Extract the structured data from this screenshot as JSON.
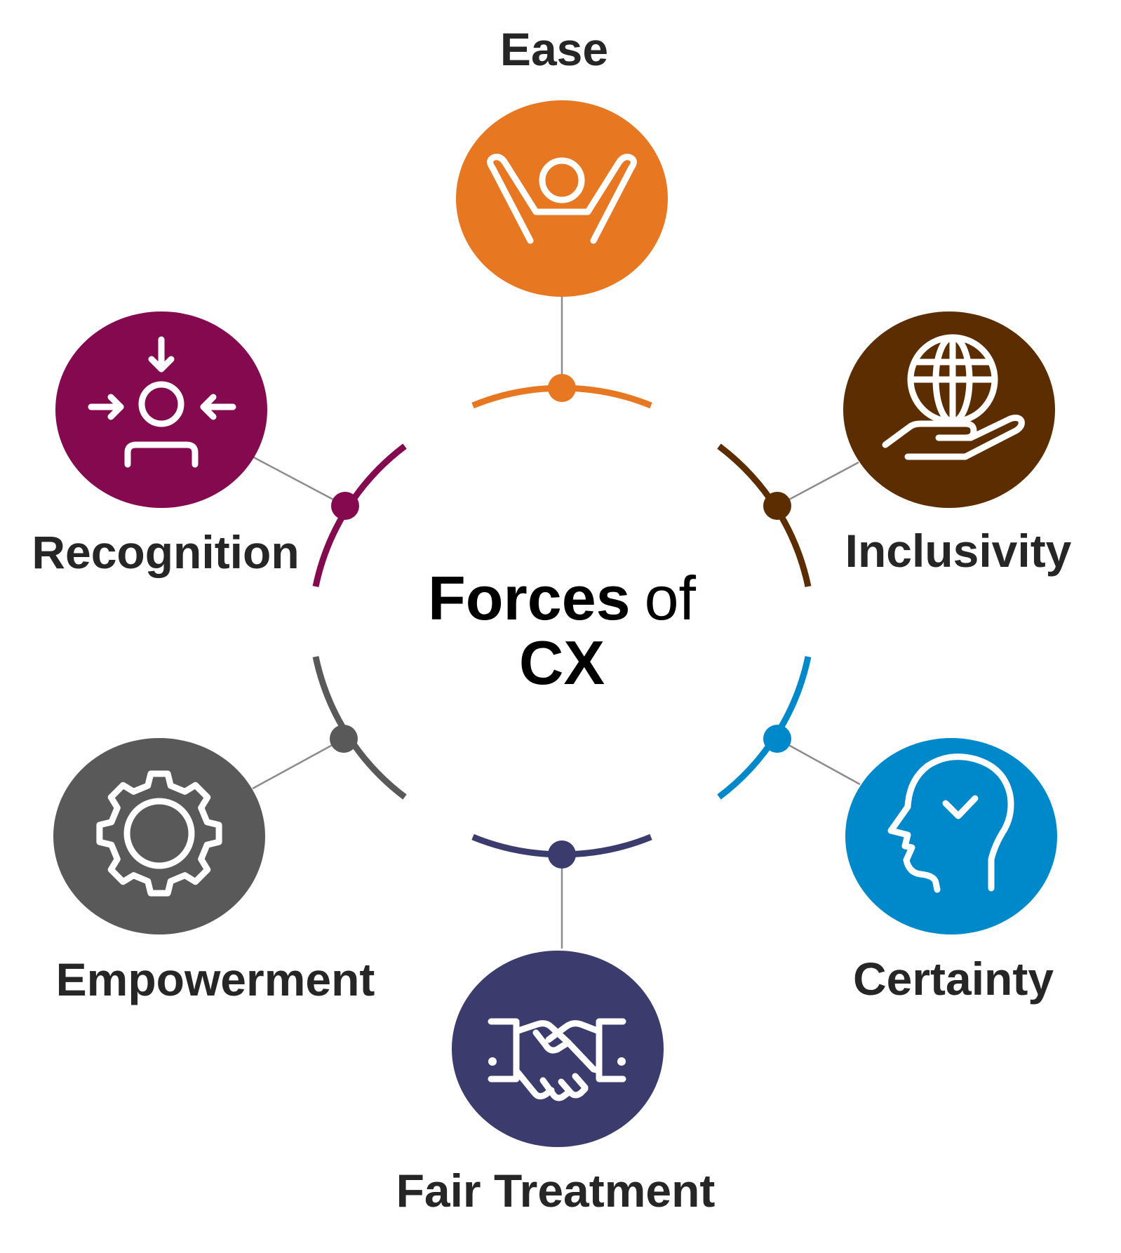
{
  "title": {
    "bold": "Forces",
    "connector": "of",
    "line2": "CX"
  },
  "forces": [
    {
      "id": "ease",
      "label": "Ease",
      "color": "#E87722",
      "icon": "celebrating-person-icon"
    },
    {
      "id": "inclusivity",
      "label": "Inclusivity",
      "color": "#5C2D00",
      "icon": "globe-in-hand-icon"
    },
    {
      "id": "certainty",
      "label": "Certainty",
      "color": "#0089CA",
      "icon": "head-checkmark-icon"
    },
    {
      "id": "fair-treatment",
      "label": "Fair Treatment",
      "color": "#3B3B6D",
      "icon": "handshake-icon"
    },
    {
      "id": "empowerment",
      "label": "Empowerment",
      "color": "#595959",
      "icon": "gear-icon"
    },
    {
      "id": "recognition",
      "label": "Recognition",
      "color": "#84094F",
      "icon": "person-focus-icon"
    }
  ]
}
